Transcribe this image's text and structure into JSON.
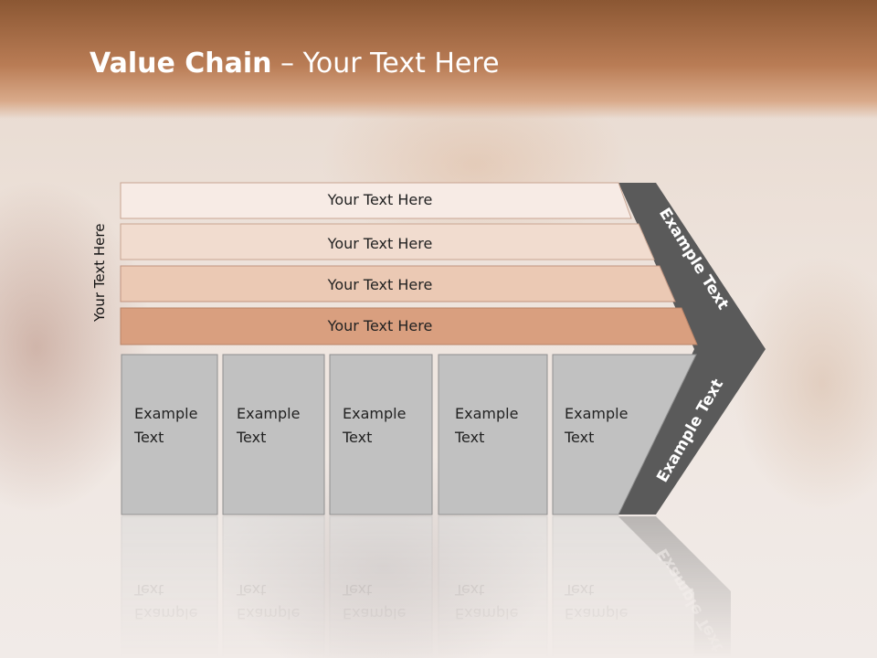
{
  "title": {
    "bold": "Value Chain",
    "rest": " – Your Text Here"
  },
  "side_label": "Your Text Here",
  "rows": [
    "Your Text Here",
    "Your Text Here",
    "Your Text Here",
    "Your Text Here"
  ],
  "boxes": [
    [
      "Example",
      "Text"
    ],
    [
      "Example",
      "Text"
    ],
    [
      "Example",
      "Text"
    ],
    [
      "Example",
      "Text"
    ],
    [
      "Example",
      "Text"
    ]
  ],
  "chevron": {
    "upper": "Example Text",
    "lower": "Example Text"
  },
  "colors": {
    "banner": "#a86b45",
    "row_fills": [
      "#f7ebe5",
      "#f1dccf",
      "#ebc9b4",
      "#d99f7f"
    ],
    "box_fill": "#c1c1c1",
    "chevron_fill": "#5a5a5a"
  }
}
